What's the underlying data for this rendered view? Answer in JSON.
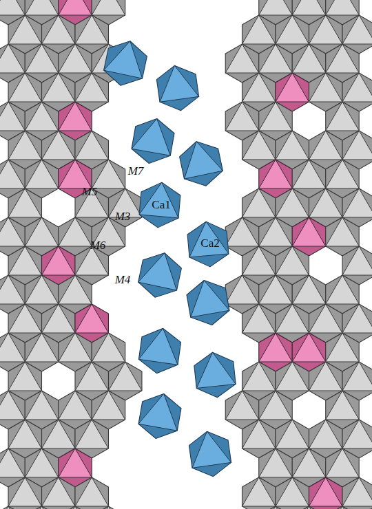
{
  "diagram": {
    "labels": [
      "M5",
      "M7",
      "M3",
      "Ca1",
      "M6",
      "Ca2",
      "M4"
    ]
  }
}
